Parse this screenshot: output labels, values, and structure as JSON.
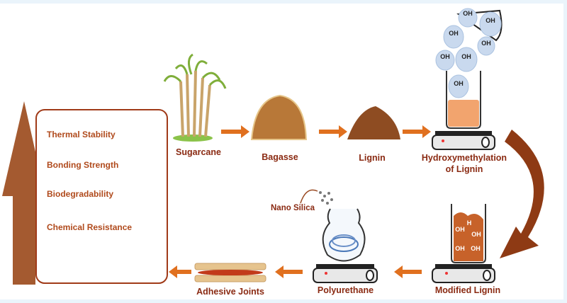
{
  "diagram": {
    "title": "Lignin-based polyurethane adhesive process",
    "colors": {
      "text": "#8a2a12",
      "property_text": "#b04a1c",
      "arrow": "#e0701f",
      "big_arrow": "#a45a30",
      "curved_arrow": "#8e3a14",
      "beaker_liquid": "#f2a46e",
      "oh_bubble": "#c9d9ee",
      "background_border": "#eaf4fb"
    },
    "properties_box": {
      "items": [
        "Thermal Stability",
        "Bonding Strength",
        "Biodegradability",
        "Chemical Resistance"
      ]
    },
    "steps": [
      {
        "id": "sugarcane",
        "label": "Sugarcane"
      },
      {
        "id": "bagasse",
        "label": "Bagasse"
      },
      {
        "id": "lignin",
        "label": "Lignin"
      },
      {
        "id": "hydroxymethylation",
        "label_line1": "Hydroxymethylation",
        "label_line2": "of Lignin"
      },
      {
        "id": "modified-lignin",
        "label": "Modified Lignin"
      },
      {
        "id": "polyurethane",
        "label": "Polyurethane"
      },
      {
        "id": "adhesive-joints",
        "label": "Adhesive Joints"
      }
    ],
    "additive": {
      "label": "Nano Silica"
    },
    "oh_labels": [
      "OH",
      "OH",
      "OH",
      "OH",
      "OH",
      "OH",
      "OH"
    ],
    "modified_oh_labels": [
      "OH",
      "H",
      "OH",
      "OH",
      "OH"
    ]
  }
}
